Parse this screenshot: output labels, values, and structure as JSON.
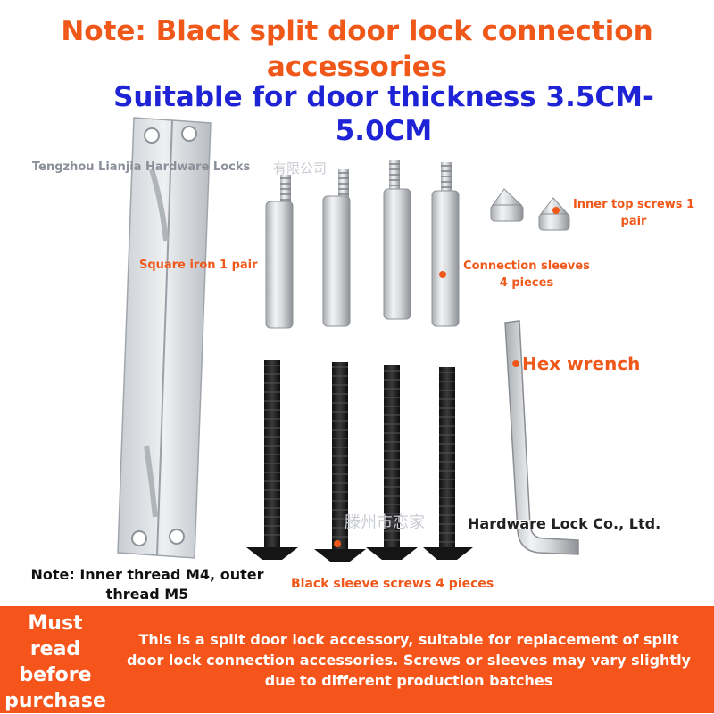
{
  "header": {
    "title_line1": "Note: Black split door lock connection",
    "title_line2": "accessories",
    "subtitle": "Suitable for door thickness 3.5CM-5.0CM"
  },
  "watermarks": {
    "top_company": "Tengzhou Lianjia Hardware Locks",
    "top_company_cn": "有限公司",
    "bottom_company_cn": "滕州市恋家",
    "bottom_company": "Hardware Lock Co., Ltd."
  },
  "labels": {
    "square_iron": "Square iron 1 pair",
    "connection_sleeves_1": "Connection sleeves",
    "connection_sleeves_2": "4 pieces",
    "inner_top_screws_1": "Inner top screws 1",
    "inner_top_screws_2": "pair",
    "hex_wrench": "Hex wrench",
    "black_sleeve_screws": "Black sleeve screws 4 pieces"
  },
  "thread_note": "Note: Inner thread M4, outer thread M5",
  "footer": {
    "must_read": "Must read before purchase",
    "notice": "This is a split door lock accessory, suitable for replacement of split door lock connection accessories. Screws or sleeves may vary slightly due to different production batches"
  },
  "colors": {
    "accent_orange": "#f0581a",
    "subtitle_blue": "#1f23d6",
    "footer_bg": "#f5541a"
  }
}
